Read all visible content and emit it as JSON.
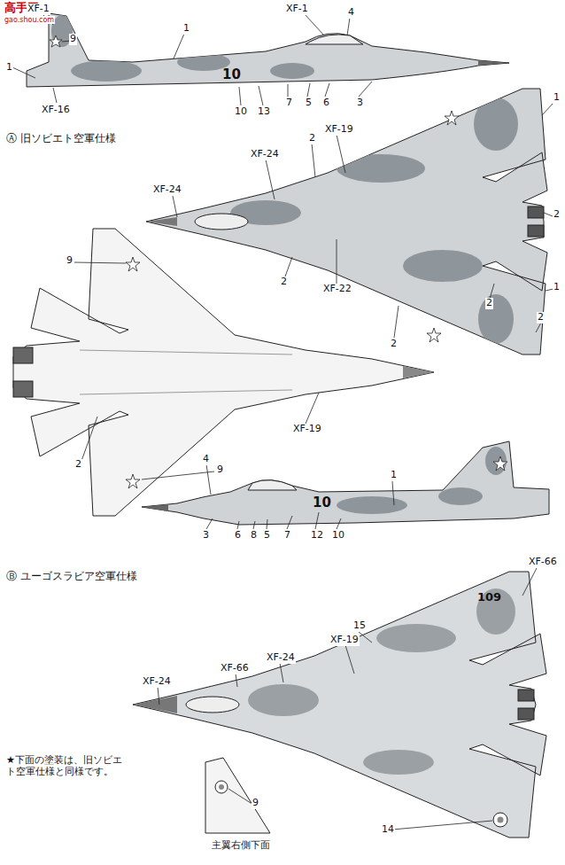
{
  "diagram": {
    "labels": [
      "高手网",
      "gao.shou.com",
      "XF-1",
      "9",
      "1",
      "1",
      "XF-16",
      "XF-1",
      "4",
      "3",
      "7",
      "5",
      "6",
      "10",
      "13",
      "10",
      "Ⓐ 旧ソビエト空軍仕様",
      "XF-24",
      "XF-24",
      "2",
      "XF-19",
      "1",
      "2",
      "2",
      "XF-22",
      "2",
      "2",
      "1",
      "2",
      "9",
      "2",
      "XF-19",
      "4",
      "1",
      "3",
      "6",
      "8",
      "5",
      "7",
      "12",
      "10",
      "10",
      "9",
      "Ⓑ ユーゴスラビア空軍仕様",
      "15",
      "109",
      "XF-66",
      "XF-66",
      "XF-24",
      "XF-19",
      "XF-24",
      "★下面の塗装は、旧ソビエト空軍仕様と同様です。",
      "9",
      "主翼右側下面",
      "14"
    ]
  }
}
